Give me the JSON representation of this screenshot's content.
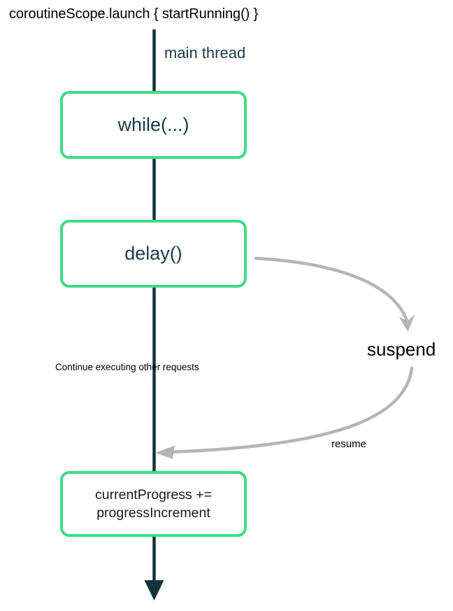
{
  "diagram": {
    "title": "coroutineScope.launch { startRunning() }",
    "thread_label": "main thread",
    "continue_note": "Continue executing other requests",
    "suspend_label": "suspend",
    "resume_label": "resume",
    "nodes": [
      {
        "id": "while",
        "label": "while(...)"
      },
      {
        "id": "delay",
        "label": "delay()"
      },
      {
        "id": "progress",
        "line1": "currentProgress +=",
        "line2": "progressIncrement"
      }
    ],
    "colors": {
      "node_border": "#3ddc84",
      "node_fill": "#ffffff",
      "thread_line": "#15323f",
      "thread_text": "#1b3a4b",
      "arrow_gray": "#b5b5b5",
      "text_black": "#000000",
      "background": "#ffffff"
    }
  }
}
